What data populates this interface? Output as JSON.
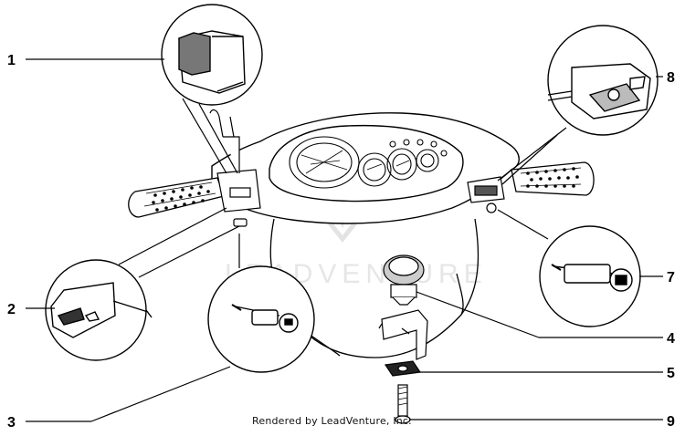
{
  "diagram": {
    "callouts": [
      {
        "id": "1",
        "label": "1"
      },
      {
        "id": "2",
        "label": "2"
      },
      {
        "id": "3",
        "label": "3"
      },
      {
        "id": "4",
        "label": "4"
      },
      {
        "id": "5",
        "label": "5"
      },
      {
        "id": "7",
        "label": "7"
      },
      {
        "id": "8",
        "label": "8"
      },
      {
        "id": "9",
        "label": "9"
      }
    ],
    "watermark_text": "LEADVENTURE",
    "credit_text": "Rendered by LeadVenture, Inc."
  }
}
